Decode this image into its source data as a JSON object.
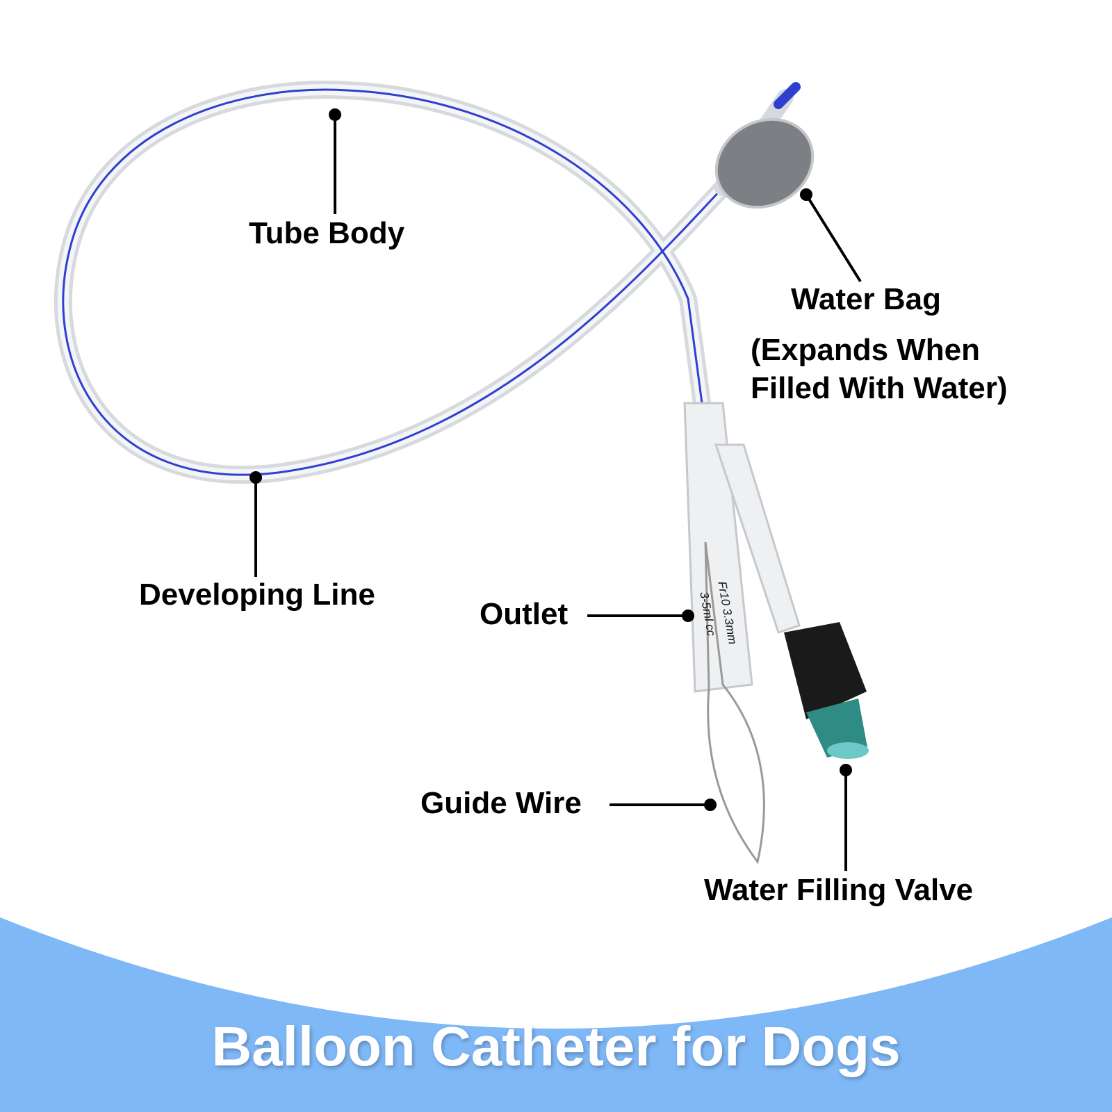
{
  "labels": {
    "tube_body": "Tube Body",
    "developing_line": "Developing Line",
    "water_bag": "Water Bag",
    "water_bag_note_1": "(Expands When",
    "water_bag_note_2": "Filled With Water)",
    "outlet": "Outlet",
    "guide_wire": "Guide Wire",
    "water_filling_valve": "Water Filling Valve"
  },
  "catheter_print": {
    "size": "Fr10 3.3mm",
    "volume": "3-5ml cc"
  },
  "title": "Balloon Catheter for Dogs",
  "colors": {
    "banner": "#7fb8f7",
    "developing_line": "#2f3fd0"
  }
}
